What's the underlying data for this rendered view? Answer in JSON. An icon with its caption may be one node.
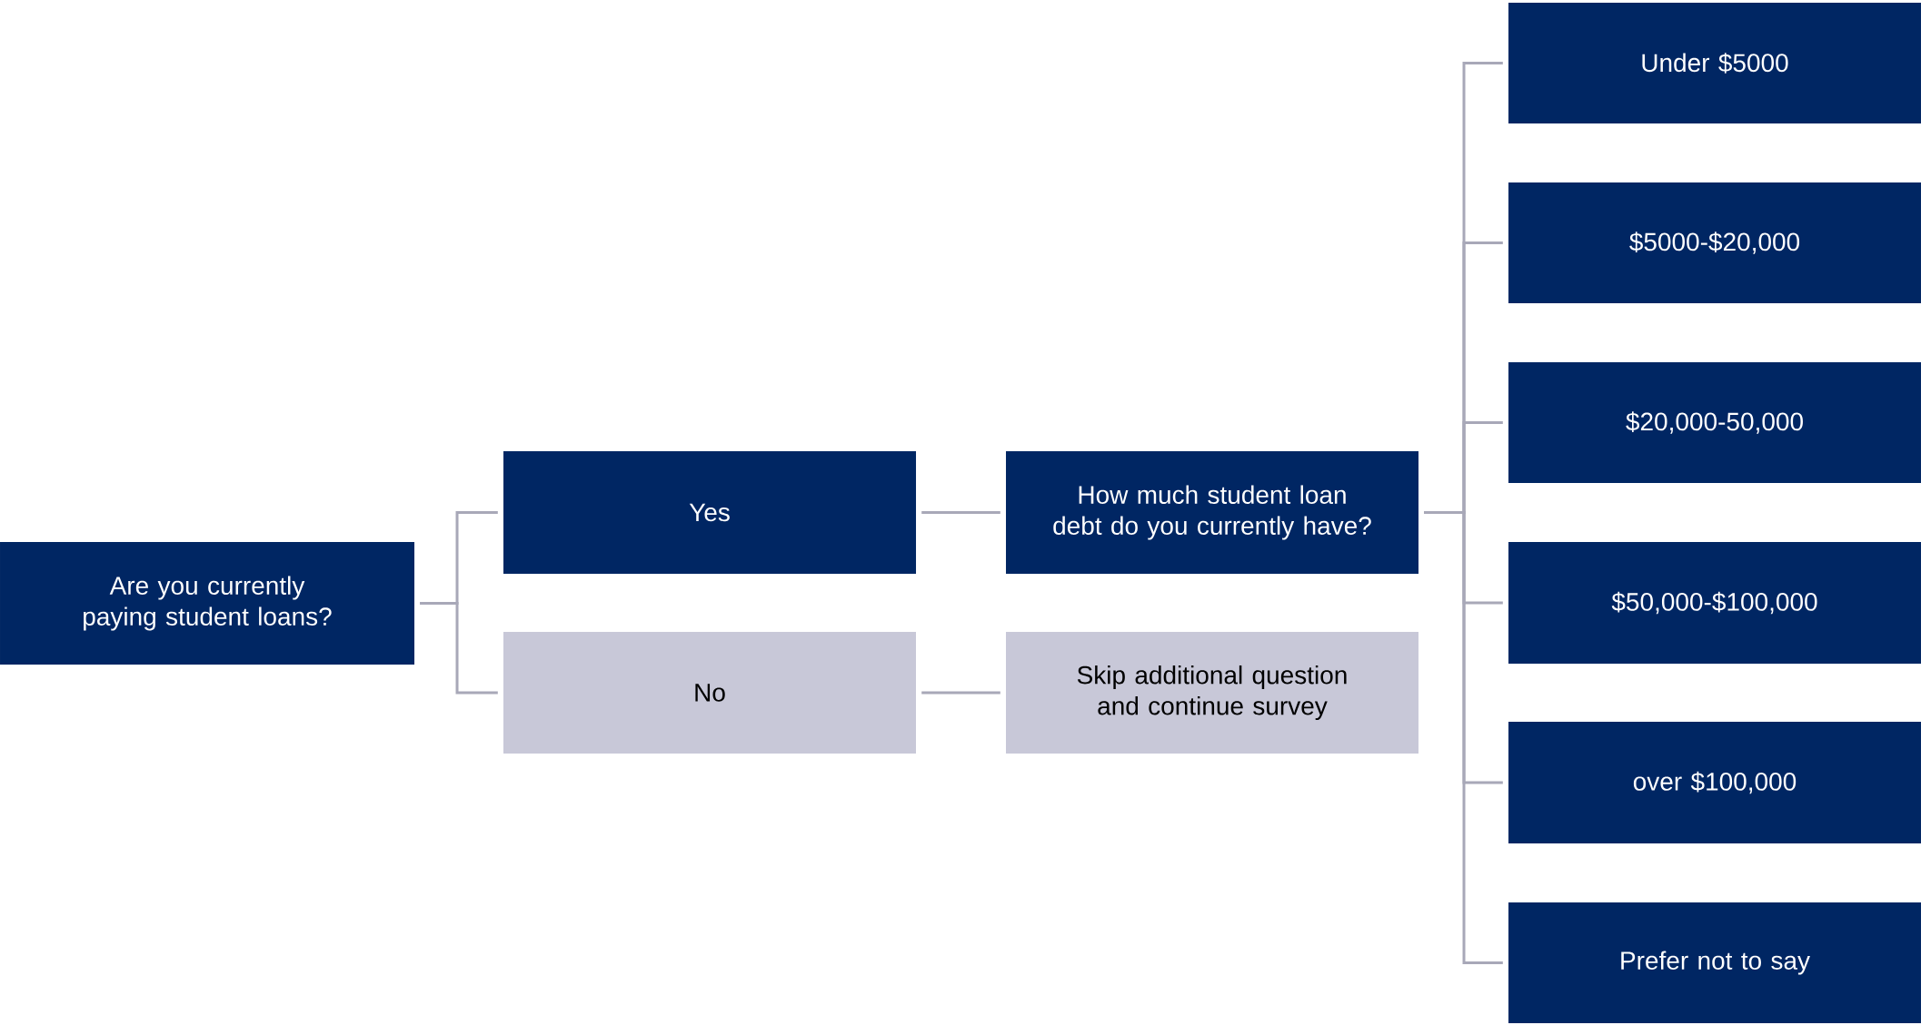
{
  "diagram": {
    "nodes": [
      {
        "text": [
          "Are you currently paying student loans?"
        ]
      },
      {
        "text": [
          "Yes"
        ]
      },
      {
        "text": [
          "No"
        ]
      },
      {
        "text": [
          "How much student loan debt do you currently have?"
        ]
      },
      {
        "text": [
          "Skip additional question and continue survey"
        ]
      },
      {
        "text": [
          "Under $5000"
        ]
      },
      {
        "text": [
          "$5000-$20,000"
        ]
      },
      {
        "text": [
          "$20,000-50,000"
        ]
      },
      {
        "text": [
          "$50,000-$100,000"
        ]
      },
      {
        "text": [
          "over $100,000"
        ]
      },
      {
        "text": [
          "Prefer not to say"
        ]
      }
    ],
    "edges": [
      {
        "from": 0,
        "to": 1,
        "arrow": "none"
      },
      {
        "from": 0,
        "to": 2,
        "arrow": "none"
      },
      {
        "from": 1,
        "to": 3,
        "arrow": "none"
      },
      {
        "from": 2,
        "to": 4,
        "arrow": "none"
      },
      {
        "from": 3,
        "to": 5,
        "arrow": "none"
      },
      {
        "from": 3,
        "to": 6,
        "arrow": "none"
      },
      {
        "from": 3,
        "to": 7,
        "arrow": "none"
      },
      {
        "from": 3,
        "to": 8,
        "arrow": "none"
      },
      {
        "from": 3,
        "to": 9,
        "arrow": "none"
      },
      {
        "from": 3,
        "to": 10,
        "arrow": "none"
      }
    ]
  }
}
